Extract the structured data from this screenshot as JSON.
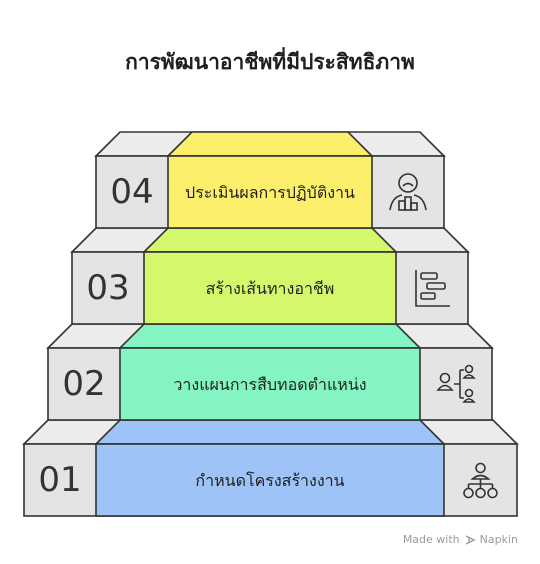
{
  "title": "การพัฒนาอาชีพที่มีประสิทธิภาพ",
  "steps": [
    {
      "number": "01",
      "label": "กำหนดโครงสร้างงาน",
      "color": "#9ec3f7",
      "icon": "org-chart-icon"
    },
    {
      "number": "02",
      "label": "วางแผนการสืบทอดตำแหน่ง",
      "color": "#84f5c2",
      "icon": "succession-icon"
    },
    {
      "number": "03",
      "label": "สร้างเส้นทางอาชีพ",
      "color": "#d4f76c",
      "icon": "gantt-icon"
    },
    {
      "number": "04",
      "label": "ประเมินผลการปฏิบัติงาน",
      "color": "#fcef6b",
      "icon": "performance-icon"
    }
  ],
  "watermark": {
    "prefix": "Made with",
    "brand": "Napkin"
  }
}
